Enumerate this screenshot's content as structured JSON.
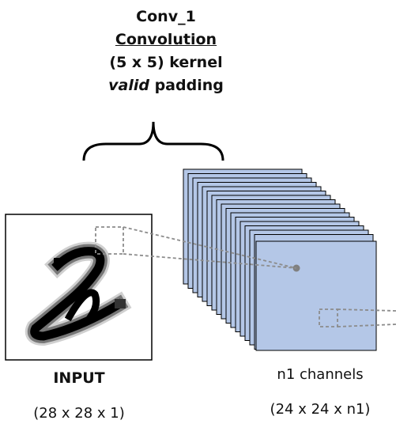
{
  "layer": {
    "name": "Conv_1",
    "type": "Convolution",
    "kernel": "(5 x 5) kernel",
    "padding_word": "valid",
    "padding_suffix": " padding"
  },
  "input": {
    "label": "INPUT",
    "dims": "(28 x 28 x 1)"
  },
  "output": {
    "label": "n1 channels",
    "dims": "(24 x 24 x n1)"
  },
  "colors": {
    "feature_map": "#b4c7e7",
    "outline": "#000000",
    "connector": "#8c8c8c"
  }
}
